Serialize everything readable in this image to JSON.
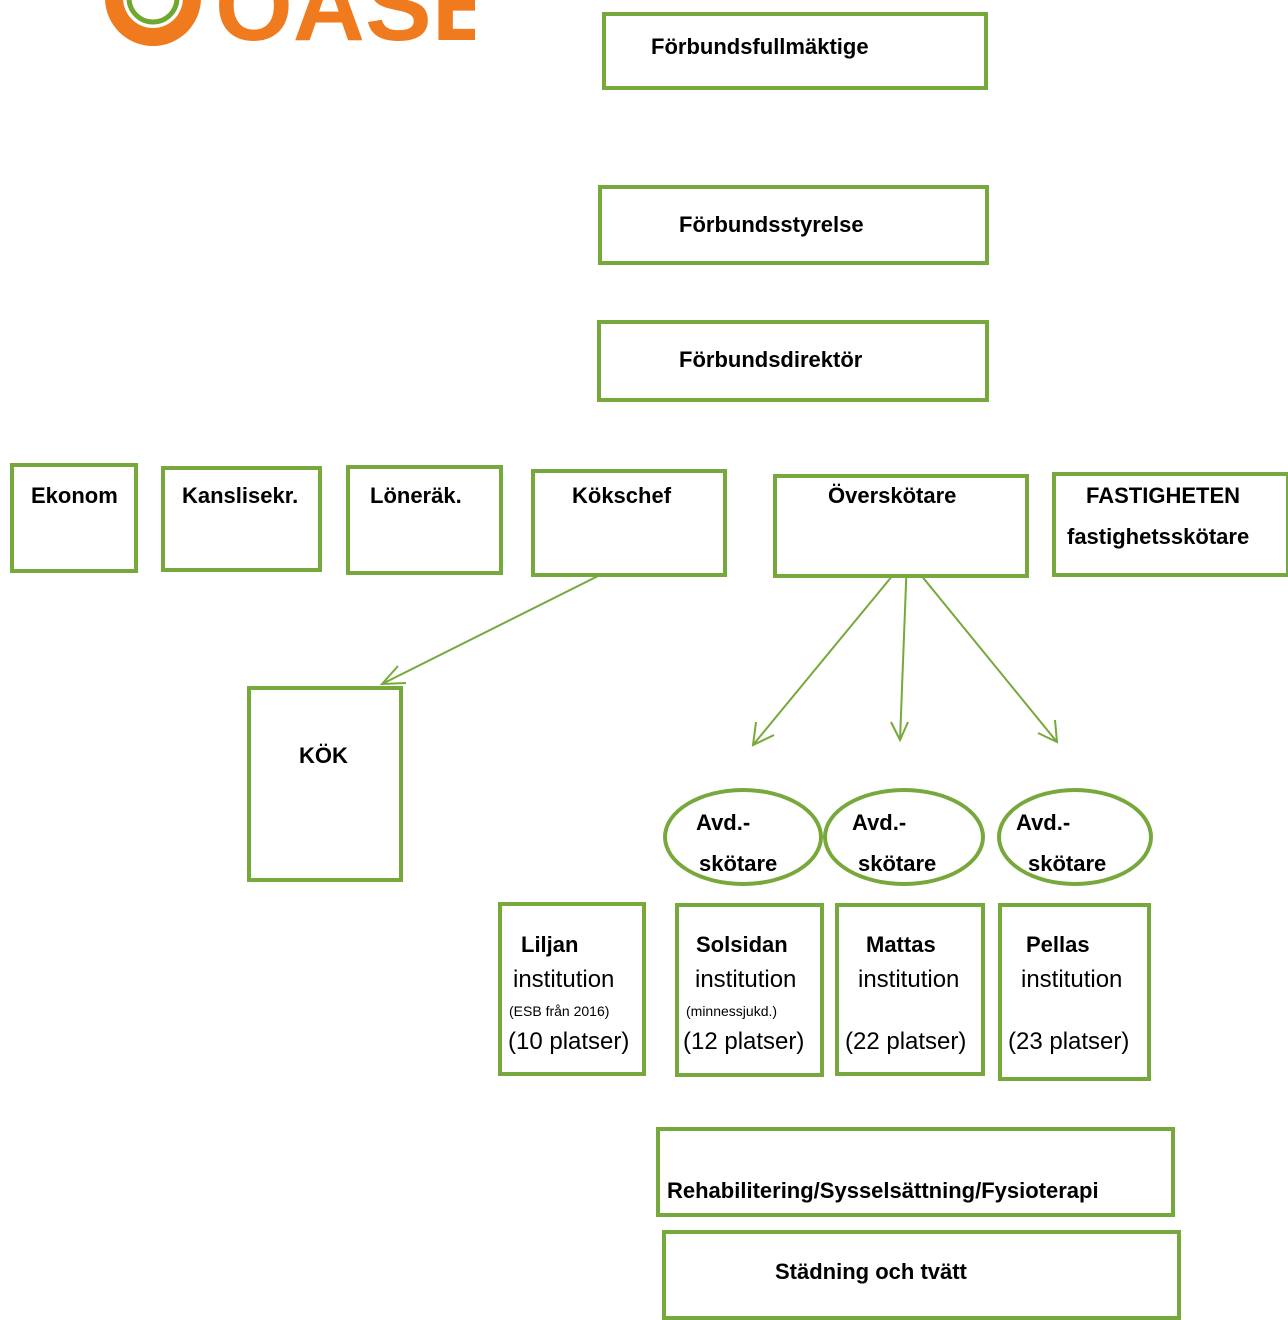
{
  "logo": {
    "text": "OASEN",
    "colors": {
      "orange": "#f07a1e",
      "green": "#6fa82f"
    }
  },
  "accent": "#77a83b",
  "top": {
    "fullmaktige": "Förbundsfullmäktige",
    "styrelse": "Förbundsstyrelse",
    "direktor": "Förbundsdirektör"
  },
  "staff": {
    "ekonom": "Ekonom",
    "kanslisekr": "Kanslisekr.",
    "lonerak": "Löneräk.",
    "kokschef": "Kökschef",
    "overskotare": "Överskötare",
    "fastigheten": "FASTIGHETEN",
    "fastighetsskotare": "fastighetsskötare"
  },
  "kok": "KÖK",
  "avd": {
    "line1": "Avd.-",
    "line2": "skötare"
  },
  "units": [
    {
      "name": "Liljan",
      "type": "institution",
      "note": "(ESB från 2016)",
      "places": "(10 platser)"
    },
    {
      "name": "Solsidan",
      "type": "institution",
      "note": "(minnessjukd.)",
      "places": "(12 platser)"
    },
    {
      "name": "Mattas",
      "type": "institution",
      "note": "",
      "places": "(22 platser)"
    },
    {
      "name": "Pellas",
      "type": "institution",
      "note": "",
      "places": "(23 platser)"
    }
  ],
  "bottom": {
    "rehab": "Rehabilitering/Sysselsättning/Fysioterapi",
    "stadning": "Städning och tvätt"
  }
}
